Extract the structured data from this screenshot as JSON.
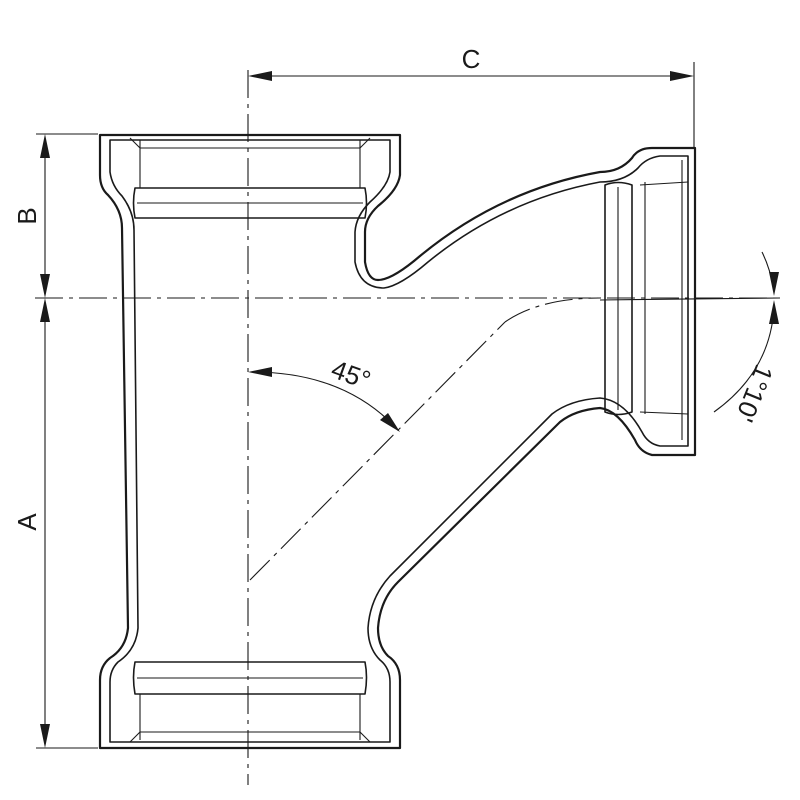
{
  "dimensions": {
    "a": "A",
    "b": "B",
    "c": "C"
  },
  "angles": {
    "branch": "45°",
    "slope": "1°10'"
  }
}
